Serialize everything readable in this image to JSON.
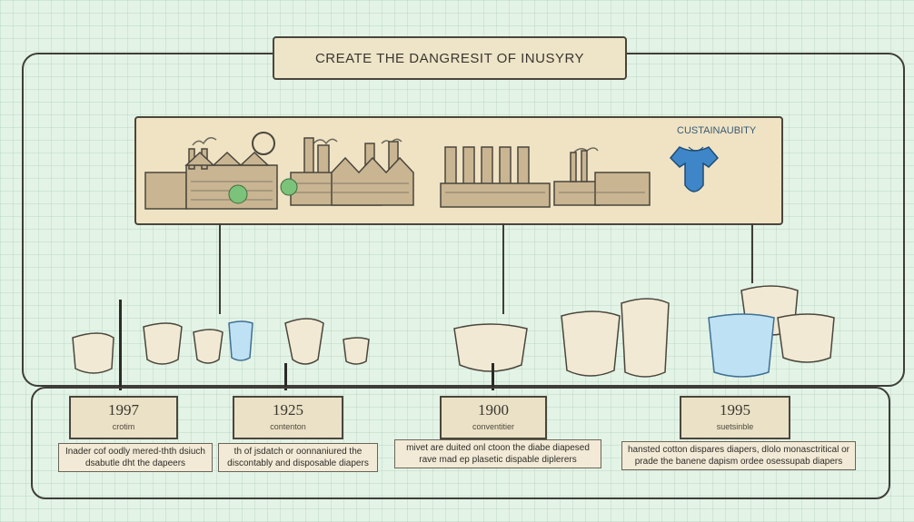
{
  "title": "CREATE THE DANGRESIT OF INUSYRY",
  "sustainability_label": "CUSTAINAUBITY",
  "timeline": [
    {
      "year": "1997",
      "sub": "crotim",
      "desc": "Inader cof oodly mered-thth dsiuch dsabutle dht the dapeers"
    },
    {
      "year": "1925",
      "sub": "contenton",
      "desc": "th of jsdatch or oonnaniured the discontably and disposable diapers"
    },
    {
      "year": "1900",
      "sub": "conventitier",
      "desc": "mivet are duited onl ctoon the diabe diapesed rave mad ep plasetic dispable diplerers"
    },
    {
      "year": "1995",
      "sub": "suetsinble",
      "desc": "hansted cotton dispares diapers, dlolo monasctritical or prade the banene dapism ordee osessupab diapers"
    }
  ],
  "colors": {
    "background": "#e3f3e6",
    "paper": "#efe3c4",
    "ink": "#3f3d38",
    "blue_diaper": "#bfe1f4",
    "onesie": "#3f86c9"
  }
}
